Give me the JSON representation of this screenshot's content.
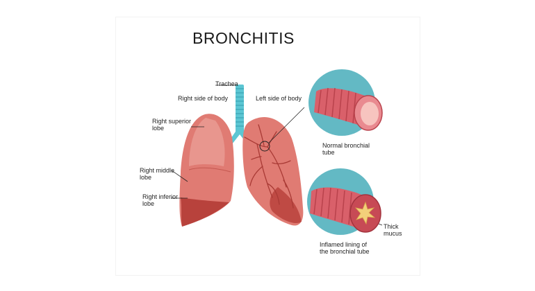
{
  "title": "BRONCHITIS",
  "labels": {
    "trachea": "Trachea",
    "right_side": "Right side of body",
    "left_side": "Left side of body",
    "right_superior_1": "Right superior",
    "right_superior_2": "lobe",
    "right_middle_1": "Right middle",
    "right_middle_2": "lobe",
    "right_inferior_1": "Right inferior",
    "right_inferior_2": "lobe",
    "normal_tube_1": "Normal bronchial",
    "normal_tube_2": "tube",
    "inflamed_1": "Inflamed lining of",
    "inflamed_2": "the bronchial tube",
    "mucus_1": "Thick",
    "mucus_2": "mucus"
  },
  "colors": {
    "lung": "#e07b73",
    "lung_dark": "#b8423c",
    "trachea": "#5cc6d3",
    "circle_bg": "#63b9c4",
    "tube": "#d9606a"
  }
}
